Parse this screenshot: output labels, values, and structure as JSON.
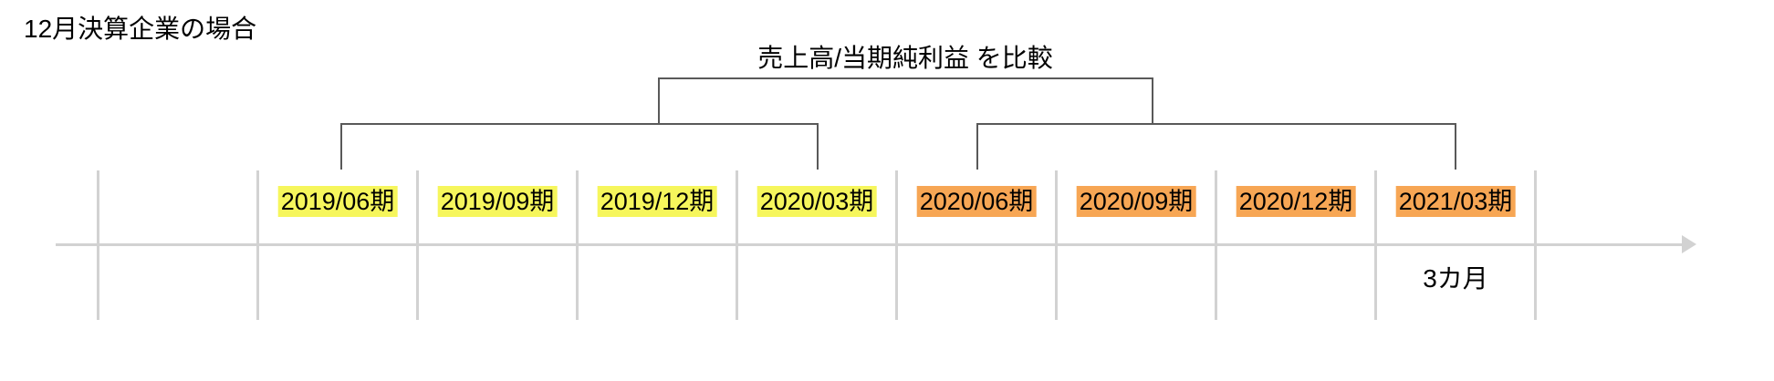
{
  "title": "12月決算企業の場合",
  "comparison": {
    "label": "売上高/当期純利益 を比較"
  },
  "timeline": {
    "periods": [
      {
        "label": "2019/06期",
        "highlight": "yellow"
      },
      {
        "label": "2019/09期",
        "highlight": "yellow"
      },
      {
        "label": "2019/12期",
        "highlight": "yellow"
      },
      {
        "label": "2020/03期",
        "highlight": "yellow"
      },
      {
        "label": "2020/06期",
        "highlight": "orange"
      },
      {
        "label": "2020/09期",
        "highlight": "orange"
      },
      {
        "label": "2020/12期",
        "highlight": "orange"
      },
      {
        "label": "2021/03期",
        "highlight": "orange"
      }
    ],
    "interval_label": "3カ月"
  },
  "colors": {
    "highlight_yellow": "#F6F65C",
    "highlight_orange": "#F7A654",
    "bracket_line": "#595959",
    "axis_line": "#D2D2D2",
    "text": "#000000"
  }
}
